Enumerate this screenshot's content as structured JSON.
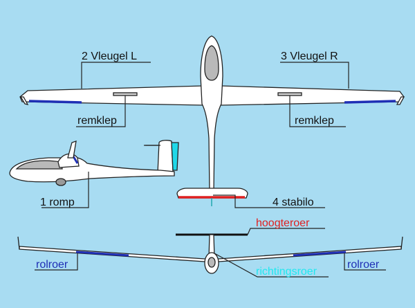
{
  "labels": {
    "wing_left": "2 Vleugel L",
    "wing_right": "3 Vleugel R",
    "airbrake_left": "remklep",
    "airbrake_right": "remklep",
    "fuselage": "1 romp",
    "stabilizer": "4 stabilo",
    "elevator": "hoogteroer",
    "rudder": "richtingsroer",
    "aileron_left": "rolroer",
    "aileron_right": "rolroer"
  },
  "colors": {
    "background": "#a8dcf2",
    "aileron": "#1f2fb5",
    "elevator": "#e02020",
    "rudder": "#20d8e8",
    "airframe": "#ffffff",
    "canopy": "#b9b9b9"
  }
}
